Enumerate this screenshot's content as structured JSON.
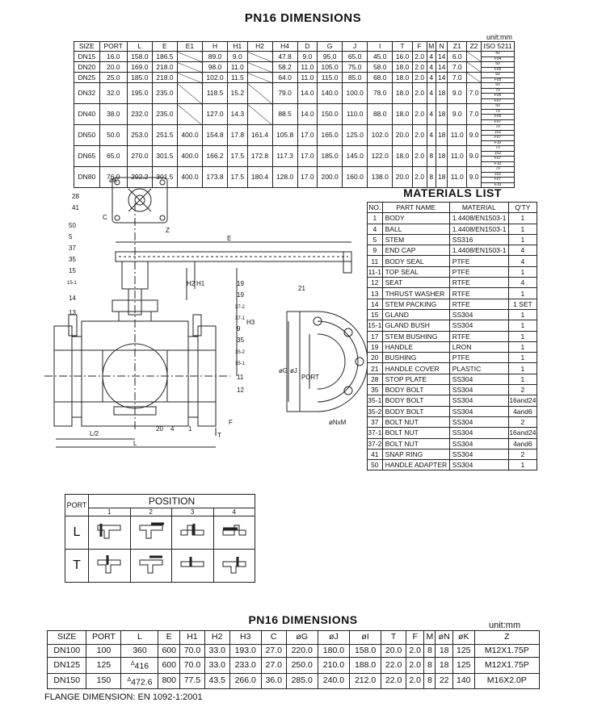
{
  "top": {
    "title": "PN16  DIMENSIONS",
    "unit": "unit:mm",
    "headers": [
      "SIZE",
      "PORT",
      "L",
      "E",
      "E1",
      "H",
      "H1",
      "H2",
      "H4",
      "D",
      "G",
      "J",
      "I",
      "T",
      "F",
      "M",
      "N",
      "Z1",
      "Z2",
      "ISO 5211"
    ],
    "rows": [
      [
        "DN15",
        "16.0",
        "158.0",
        "186.5",
        "",
        "89.0",
        "9.0",
        "",
        "47.8",
        "9.0",
        "95.0",
        "65.0",
        "45.0",
        "16.0",
        "2.0",
        "4",
        "14",
        "6.0",
        "",
        [
          "42",
          "F04"
        ]
      ],
      [
        "DN20",
        "20.0",
        "169.0",
        "218.0",
        "",
        "98.0",
        "11.0",
        "",
        "58.2",
        "11.0",
        "105.0",
        "75.0",
        "58.0",
        "18.0",
        "2.0",
        "4",
        "14",
        "7.0",
        "",
        [
          "50",
          "F05"
        ]
      ],
      [
        "DN25",
        "25.0",
        "185.0",
        "218.0",
        "",
        "102.0",
        "11.5",
        "",
        "64.0",
        "11.0",
        "115.0",
        "85.0",
        "68.0",
        "18.0",
        "2.0",
        "4",
        "14",
        "7.0",
        "",
        [
          "50",
          "F05"
        ]
      ],
      [
        "DN32",
        "32.0",
        "195.0",
        "235.0",
        "",
        "118.5",
        "15.2",
        "",
        "79.0",
        "14.0",
        "140.0",
        "100.0",
        "78.0",
        "18.0",
        "2.0",
        "4",
        "18",
        "9.0",
        "7.0",
        [
          "50",
          "70",
          "F05",
          "F07"
        ]
      ],
      [
        "DN40",
        "38.0",
        "232.0",
        "235.0",
        "",
        "127.0",
        "14.3",
        "",
        "88.5",
        "14.0",
        "150.0",
        "110.0",
        "88.0",
        "18.0",
        "2.0",
        "4",
        "18",
        "9.0",
        "7.0",
        [
          "50",
          "70",
          "F05",
          "F07"
        ]
      ],
      [
        "DN50",
        "50.0",
        "253.0",
        "251.5",
        "400.0",
        "154.8",
        "17.8",
        "161.4",
        "105.8",
        "17.0",
        "165.0",
        "125.0",
        "102.0",
        "20.0",
        "2.0",
        "4",
        "18",
        "11.0",
        "9.0",
        [
          "70",
          "102",
          "F07",
          "F10"
        ]
      ],
      [
        "DN65",
        "65.0",
        "270.0",
        "301.5",
        "400.0",
        "166.2",
        "17.5",
        "172.8",
        "117.3",
        "17.0",
        "185.0",
        "145.0",
        "122.0",
        "18.0",
        "2.0",
        "8",
        "18",
        "11.0",
        "9.0",
        [
          "70",
          "102",
          "F07",
          "F10"
        ]
      ],
      [
        "DN80",
        "76.0",
        "292.2",
        "301.5",
        "400.0",
        "173.8",
        "17.5",
        "180.4",
        "128.0",
        "17.0",
        "200.0",
        "160.0",
        "138.0",
        "20.0",
        "2.0",
        "8",
        "18",
        "11.0",
        "9.0",
        [
          "70",
          "102",
          "F07",
          "F10"
        ]
      ]
    ]
  },
  "drawing": {
    "callouts_left_top": [
      "28",
      "41"
    ],
    "callouts_left": [
      "50",
      "5",
      "37",
      "35",
      "15",
      "15-1",
      "14",
      "13"
    ],
    "callouts_right": [
      "19",
      "19",
      "37-2",
      "37-1",
      "9",
      "35",
      "35-2",
      "35-1",
      "11",
      "12"
    ],
    "callouts_bottom": [
      "20",
      "4",
      "1"
    ],
    "callout_lever": "21",
    "dim_labels": {
      "e": "E",
      "h2": "H2",
      "h1": "H1",
      "h3": "H3",
      "l2": "L/2",
      "l": "L",
      "t": "T",
      "f": "F",
      "k": "øK",
      "c": "C",
      "z": "Z",
      "g": "øG",
      "j": "øJ",
      "port": "PORT",
      "nxm": "øNxM"
    }
  },
  "materials": {
    "title": "MATERIALS LIST",
    "headers": [
      "NO.",
      "PART NAME",
      "MATERIAL",
      "Q'TY"
    ],
    "rows": [
      [
        "1",
        "BODY",
        "1.4408/EN1503-1",
        "1"
      ],
      [
        "4",
        "BALL",
        "1.4408/EN1503-1",
        "1"
      ],
      [
        "5",
        "STEM",
        "SS316",
        "1"
      ],
      [
        "9",
        "END CAP",
        "1.4408/EN1503-1",
        "4"
      ],
      [
        "11",
        "BODY SEAL",
        "PTFE",
        "4"
      ],
      [
        "11-1",
        "TOP SEAL",
        "PTFE",
        "1"
      ],
      [
        "12",
        "SEAT",
        "RTFE",
        "4"
      ],
      [
        "13",
        "THRUST WASHER",
        "RTFE",
        "1"
      ],
      [
        "14",
        "STEM PACKING",
        "RTFE",
        "1 SET"
      ],
      [
        "15",
        "GLAND",
        "SS304",
        "1"
      ],
      [
        "15-1",
        "GLAND BUSH",
        "SS304",
        "1"
      ],
      [
        "17",
        "STEM BUSHING",
        "RTFE",
        "1"
      ],
      [
        "19",
        "HANDLE",
        "LRON",
        "1"
      ],
      [
        "20",
        "BUSHING",
        "PTFE",
        "1"
      ],
      [
        "21",
        "HANDLE  COVER",
        "PLASTIC",
        "1"
      ],
      [
        "28",
        "STOP PLATE",
        "SS304",
        "1"
      ],
      [
        "35",
        "BODY BOLT",
        "SS304",
        "2"
      ],
      [
        "35-1",
        "BODY BOLT",
        "SS304",
        "16and24"
      ],
      [
        "35-2",
        "BODY BOLT",
        "SS304",
        "4and6"
      ],
      [
        "37",
        "BOLT  NUT",
        "SS304",
        "2"
      ],
      [
        "37-1",
        "BOLT  NUT",
        "SS304",
        "16and24"
      ],
      [
        "37-2",
        "BOLT  NUT",
        "SS304",
        "4and6"
      ],
      [
        "41",
        "SNAP RING",
        "SS304",
        "2"
      ],
      [
        "50",
        "HANDLE ADAPTER",
        "SS304",
        "1"
      ]
    ]
  },
  "position": {
    "port_label": "PORT",
    "title": "POSITION",
    "numbers": [
      "1",
      "2",
      "3",
      "4"
    ],
    "rows": [
      "L",
      "T"
    ]
  },
  "bottom": {
    "title": "PN16  DIMENSIONS",
    "unit": "unit:mm",
    "headers": [
      "SIZE",
      "PORT",
      "L",
      "E",
      "H1",
      "H2",
      "H3",
      "C",
      "øG",
      "øJ",
      "øI",
      "T",
      "F",
      "M",
      "øN",
      "øK",
      "Z"
    ],
    "rows": [
      [
        "DN100",
        "100",
        "360",
        "600",
        "70.0",
        "33.0",
        "193.0",
        "27.0",
        "220.0",
        "180.0",
        "158.0",
        "20.0",
        "2.0",
        "8",
        "18",
        "125",
        "M12X1.75P"
      ],
      [
        "DN125",
        "125",
        "416",
        "600",
        "70.0",
        "33.0",
        "233.0",
        "27.0",
        "250.0",
        "210.0",
        "188.0",
        "22.0",
        "2.0",
        "8",
        "18",
        "125",
        "M12X1.75P"
      ],
      [
        "DN150",
        "150",
        "472.6",
        "800",
        "77.5",
        "43.5",
        "266.0",
        "36.0",
        "285.0",
        "240.0",
        "212.0",
        "22.0",
        "2.0",
        "8",
        "22",
        "140",
        "M16X2.0P"
      ]
    ],
    "flagged_cells": [
      [
        1,
        2
      ],
      [
        2,
        2
      ]
    ],
    "flag_mark": "Δ"
  },
  "footer": "FLANGE DIMENSION: EN 1092-1:2001"
}
